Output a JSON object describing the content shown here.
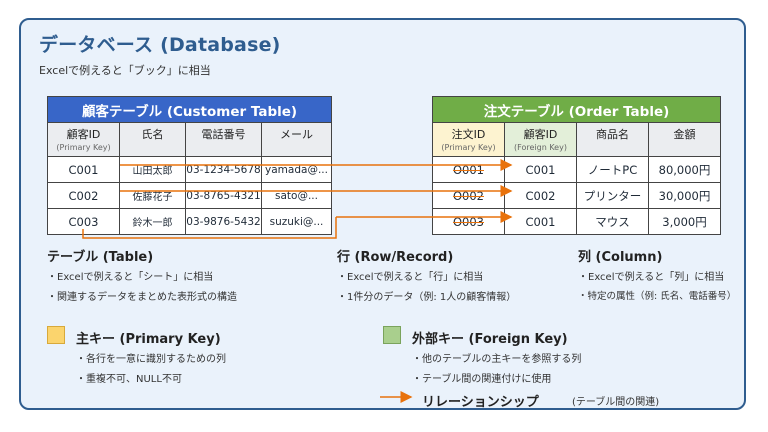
{
  "header": {
    "title": "データベース (Database)",
    "subtitle": "Excelで例えると「ブック」に相当"
  },
  "customer_table": {
    "caption": "顧客テーブル (Customer Table)",
    "columns": [
      {
        "label": "顧客ID",
        "sub": "(Primary Key)"
      },
      {
        "label": "氏名",
        "sub": ""
      },
      {
        "label": "電話番号",
        "sub": ""
      },
      {
        "label": "メール",
        "sub": ""
      }
    ],
    "rows": [
      [
        "C001",
        "山田太郎",
        "03-1234-5678",
        "yamada@..."
      ],
      [
        "C002",
        "佐藤花子",
        "03-8765-4321",
        "sato@..."
      ],
      [
        "C003",
        "鈴木一郎",
        "03-9876-5432",
        "suzuki@..."
      ]
    ]
  },
  "order_table": {
    "caption": "注文テーブル (Order Table)",
    "columns": [
      {
        "label": "注文ID",
        "sub": "(Primary Key)"
      },
      {
        "label": "顧客ID",
        "sub": "(Foreign Key)"
      },
      {
        "label": "商品名",
        "sub": ""
      },
      {
        "label": "金額",
        "sub": ""
      }
    ],
    "rows": [
      [
        "O001",
        "C001",
        "ノートPC",
        "80,000円"
      ],
      [
        "O002",
        "C002",
        "プリンター",
        "30,000円"
      ],
      [
        "O003",
        "C001",
        "マウス",
        "3,000円"
      ]
    ]
  },
  "sections": {
    "table": {
      "title": "テーブル (Table)",
      "bullets": [
        "・Excelで例えると「シート」に相当",
        "・関連するデータをまとめた表形式の構造"
      ]
    },
    "row": {
      "title": "行 (Row/Record)",
      "bullets": [
        "・Excelで例えると「行」に相当",
        "・1件分のデータ（例: 1人の顧客情報）"
      ]
    },
    "column": {
      "title": "列 (Column)",
      "bullets": [
        "・Excelで例えると「列」に相当",
        "・特定の属性（例: 氏名、電話番号）"
      ]
    }
  },
  "legend": {
    "primary_key": {
      "title": "主キー (Primary Key)",
      "bullets": [
        "・各行を一意に識別するための列",
        "・重複不可、NULL不可"
      ],
      "color": "#fbd46d"
    },
    "foreign_key": {
      "title": "外部キー (Foreign Key)",
      "bullets": [
        "・他のテーブルの主キーを参照する列",
        "・テーブル間の関連付けに使用"
      ],
      "color": "#a9cf8d"
    },
    "relationship": {
      "label": "リレーションシップ",
      "note": "(テーブル間の関連)",
      "color": "#e8720c"
    }
  },
  "colors": {
    "border": "#2f5d8f",
    "customer_header": "#3866c8",
    "order_header": "#70ad47",
    "arrow": "#e8720c"
  }
}
